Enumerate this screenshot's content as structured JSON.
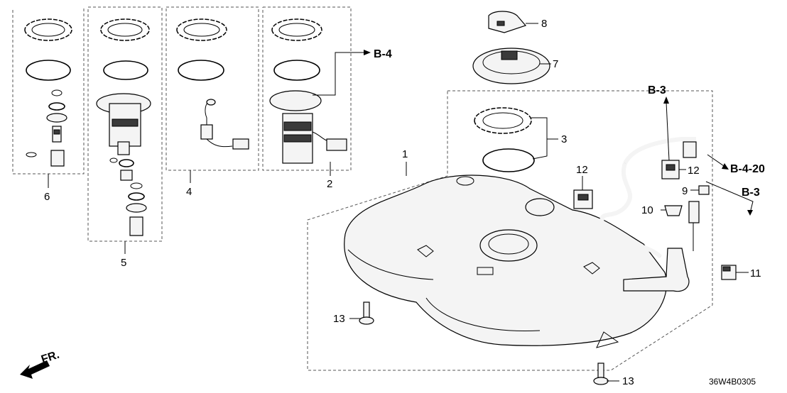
{
  "diagram": {
    "callouts": {
      "c1": "1",
      "c2": "2",
      "c3": "3",
      "c4": "4",
      "c5": "5",
      "c6": "6",
      "c7": "7",
      "c8": "8",
      "c9": "9",
      "c10": "10",
      "c11": "11",
      "c12a": "12",
      "c12b": "12",
      "c13a": "13",
      "c13b": "13"
    },
    "references": {
      "b4": "B-4",
      "b3_top": "B-3",
      "b420": "B-4-20",
      "b3_right": "B-3"
    },
    "direction_label": "FR.",
    "diagram_code": "36W4B0305"
  }
}
